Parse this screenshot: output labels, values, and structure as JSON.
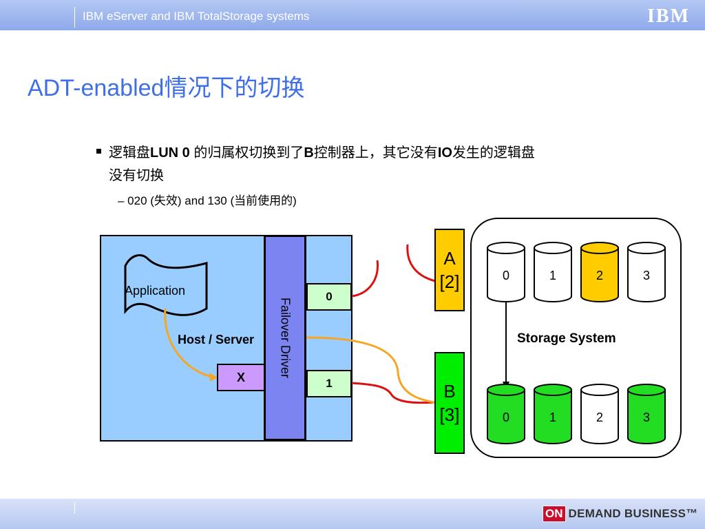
{
  "header": {
    "title": "IBM eServer and IBM TotalStorage systems",
    "logo": "IBM"
  },
  "slide": {
    "title": "ADT-enabled情况下的切换",
    "bullet": [
      "逻辑盘",
      "LUN 0",
      " 的归属权切换到了",
      "B",
      "控制器上，其它没有",
      "IO",
      "发生的逻辑盘"
    ],
    "bullet_cont": "没有切换",
    "sub_bullet": "– 020 (失效) and 130 (当前使用的)"
  },
  "diagram": {
    "application": "Application",
    "host": "Host / Server",
    "failover_driver": "Failover Driver",
    "port_top": "0",
    "port_bottom": "1",
    "hba_failed": "X",
    "controller_a": {
      "name": "A",
      "id": "[2]"
    },
    "controller_b": {
      "name": "B",
      "id": "[3]"
    },
    "storage_system": "Storage System",
    "top_drives": [
      "0",
      "1",
      "2",
      "3"
    ],
    "bottom_drives": [
      "0",
      "1",
      "2",
      "3"
    ],
    "colors": {
      "host": "#99ccff",
      "failover": "#7c84f2",
      "controller_a": "#ffcc00",
      "controller_b": "#00ee00",
      "drive_highlight_top": "#ffcc00",
      "drive_active": "#22dd22",
      "cable_active": "#f5a623",
      "cable_failed": "#dd1111"
    }
  },
  "footer": {
    "on": "ON",
    "text": "DEMAND BUSINESS™"
  }
}
